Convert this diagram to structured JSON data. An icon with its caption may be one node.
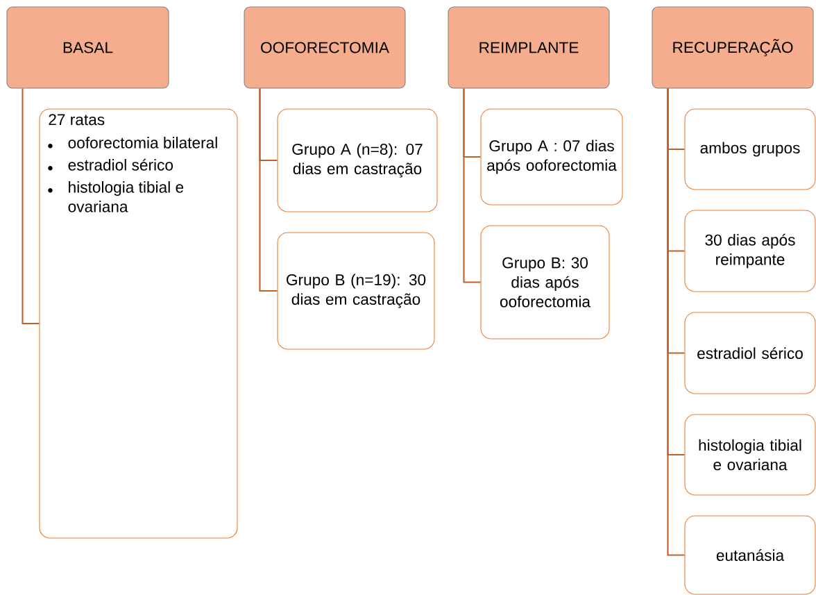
{
  "diagram": {
    "nodes": [
      {
        "text": [
          "BASAL"
        ]
      },
      {
        "text": [
          "27 ratas",
          "ooforectomia bilateral",
          "estradiol sérico",
          "histologia tibial e ovariana"
        ]
      },
      {
        "text": [
          "OOFORECTOMIA"
        ]
      },
      {
        "text": [
          "Grupo A (n=8): 07 dias em castração"
        ]
      },
      {
        "text": [
          "Grupo B (n=19): 30 dias em castração"
        ]
      },
      {
        "text": [
          "REIMPLANTE"
        ]
      },
      {
        "text": [
          "Grupo A : 07 dias após ooforectomia"
        ]
      },
      {
        "text": [
          "Grupo B: 30 dias após ooforectomia"
        ]
      },
      {
        "text": [
          "RECUPERAÇÃO"
        ]
      },
      {
        "text": [
          "ambos grupos"
        ]
      },
      {
        "text": [
          "30 dias após reimpante"
        ]
      },
      {
        "text": [
          "estradiol sérico"
        ]
      },
      {
        "text": [
          "histologia tibial e ovariana"
        ]
      },
      {
        "text": [
          "eutanásia"
        ]
      }
    ],
    "edges": [
      {
        "from": 0,
        "to": 1,
        "arrow": "none"
      },
      {
        "from": 2,
        "to": 3,
        "arrow": "none"
      },
      {
        "from": 2,
        "to": 4,
        "arrow": "none"
      },
      {
        "from": 5,
        "to": 6,
        "arrow": "none"
      },
      {
        "from": 5,
        "to": 7,
        "arrow": "none"
      },
      {
        "from": 8,
        "to": 9,
        "arrow": "none"
      },
      {
        "from": 8,
        "to": 10,
        "arrow": "none"
      },
      {
        "from": 8,
        "to": 11,
        "arrow": "none"
      },
      {
        "from": 8,
        "to": 12,
        "arrow": "none"
      },
      {
        "from": 8,
        "to": 13,
        "arrow": "none"
      }
    ]
  }
}
